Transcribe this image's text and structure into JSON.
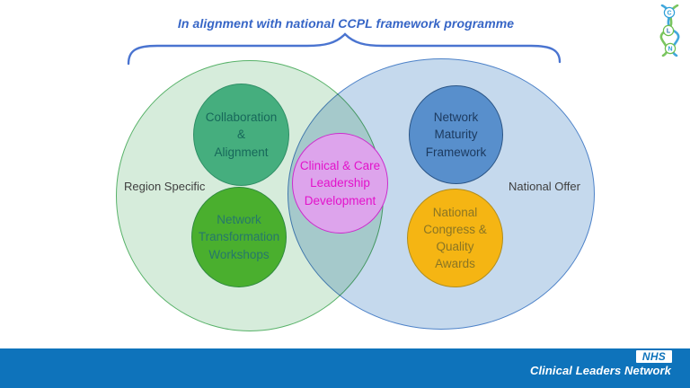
{
  "title": "In alignment with national CCPL framework programme",
  "colors": {
    "title_text": "#3665c6",
    "brace_stroke": "#4a74d0",
    "left_fill": "#d6ecdb",
    "left_border": "#58b269",
    "right_fill": "#c5d9ed",
    "right_border": "#4d82c8",
    "footer_bar": "#0e73bb",
    "nhs_blue": "#0e73bb",
    "helix_green": "#6cbf4e",
    "helix_blue": "#2d9fd8"
  },
  "cln_logo": {
    "letter_c": "C",
    "letter_l": "L",
    "letter_n": "N"
  },
  "venn": {
    "left_label": "Region Specific",
    "right_label": "National Offer",
    "bubbles": [
      {
        "id": "collaboration-alignment",
        "text": "Collaboration\n&\nAlignment",
        "fill": "#45ae7e",
        "border": "#2f8f66",
        "text_color": "#17685a"
      },
      {
        "id": "network-transformation-workshops",
        "text": "Network\nTransformation\nWorkshops",
        "fill": "#4aaf2e",
        "border": "#2f8a3e",
        "text_color": "#26786a"
      },
      {
        "id": "clinical-care-leadership-development",
        "text": "Clinical & Care\nLeadership\nDevelopment",
        "fill": "#dda4ec",
        "border": "#cc2ccc",
        "text_color": "#e312cb"
      },
      {
        "id": "network-maturity-framework",
        "text": "Network\nMaturity\nFramework",
        "fill": "#588fcc",
        "border": "#2b5586",
        "text_color": "#1c3a5f"
      },
      {
        "id": "national-congress-quality-awards",
        "text": "National\nCongress &\nQuality\nAwards",
        "fill": "#f5b513",
        "border": "#b08d1e",
        "text_color": "#8a7524"
      }
    ]
  },
  "footer": {
    "nhs_label": "NHS",
    "org_label": "Clinical Leaders Network"
  }
}
